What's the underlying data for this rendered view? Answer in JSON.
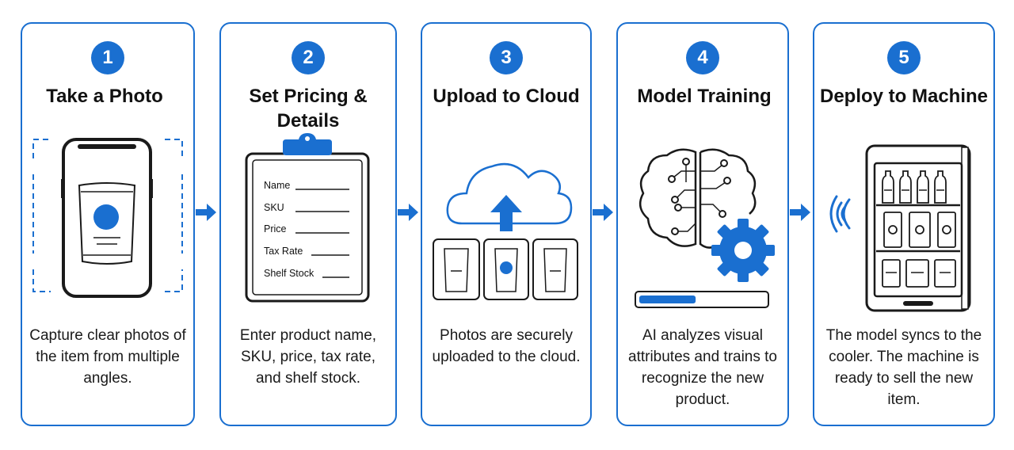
{
  "colors": {
    "accent": "#1a6fd0",
    "stroke": "#1a1a1a"
  },
  "steps": [
    {
      "number": "1",
      "title": "Take a Photo",
      "description": "Capture clear photos of the item from multiple angles.",
      "icon": "phone-camera-icon"
    },
    {
      "number": "2",
      "title": "Set Pricing & Details",
      "description": "Enter product name, SKU, price, tax rate, and shelf stock.",
      "icon": "clipboard-form-icon",
      "fields": [
        "Name",
        "SKU",
        "Price",
        "Tax Rate",
        "Shelf Stock"
      ]
    },
    {
      "number": "3",
      "title": "Upload to Cloud",
      "description": "Photos are securely uploaded to the cloud.",
      "icon": "cloud-upload-icon"
    },
    {
      "number": "4",
      "title": "Model Training",
      "description": "AI analyzes visual attributes and trains to recognize the new product.",
      "icon": "brain-gear-icon",
      "progress": 0.45
    },
    {
      "number": "5",
      "title": "Deploy to Machine",
      "description": "The model syncs to the cooler. The machine is ready to sell the new item.",
      "icon": "vending-machine-icon"
    }
  ]
}
